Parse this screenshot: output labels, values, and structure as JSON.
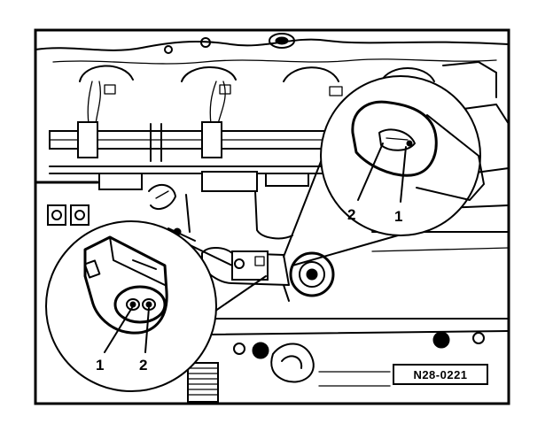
{
  "diagram": {
    "reference_code": "N28-0221",
    "detail_top_right": {
      "callouts": [
        "2",
        "1"
      ]
    },
    "detail_bottom_left": {
      "callouts": [
        "1",
        "2"
      ]
    }
  }
}
